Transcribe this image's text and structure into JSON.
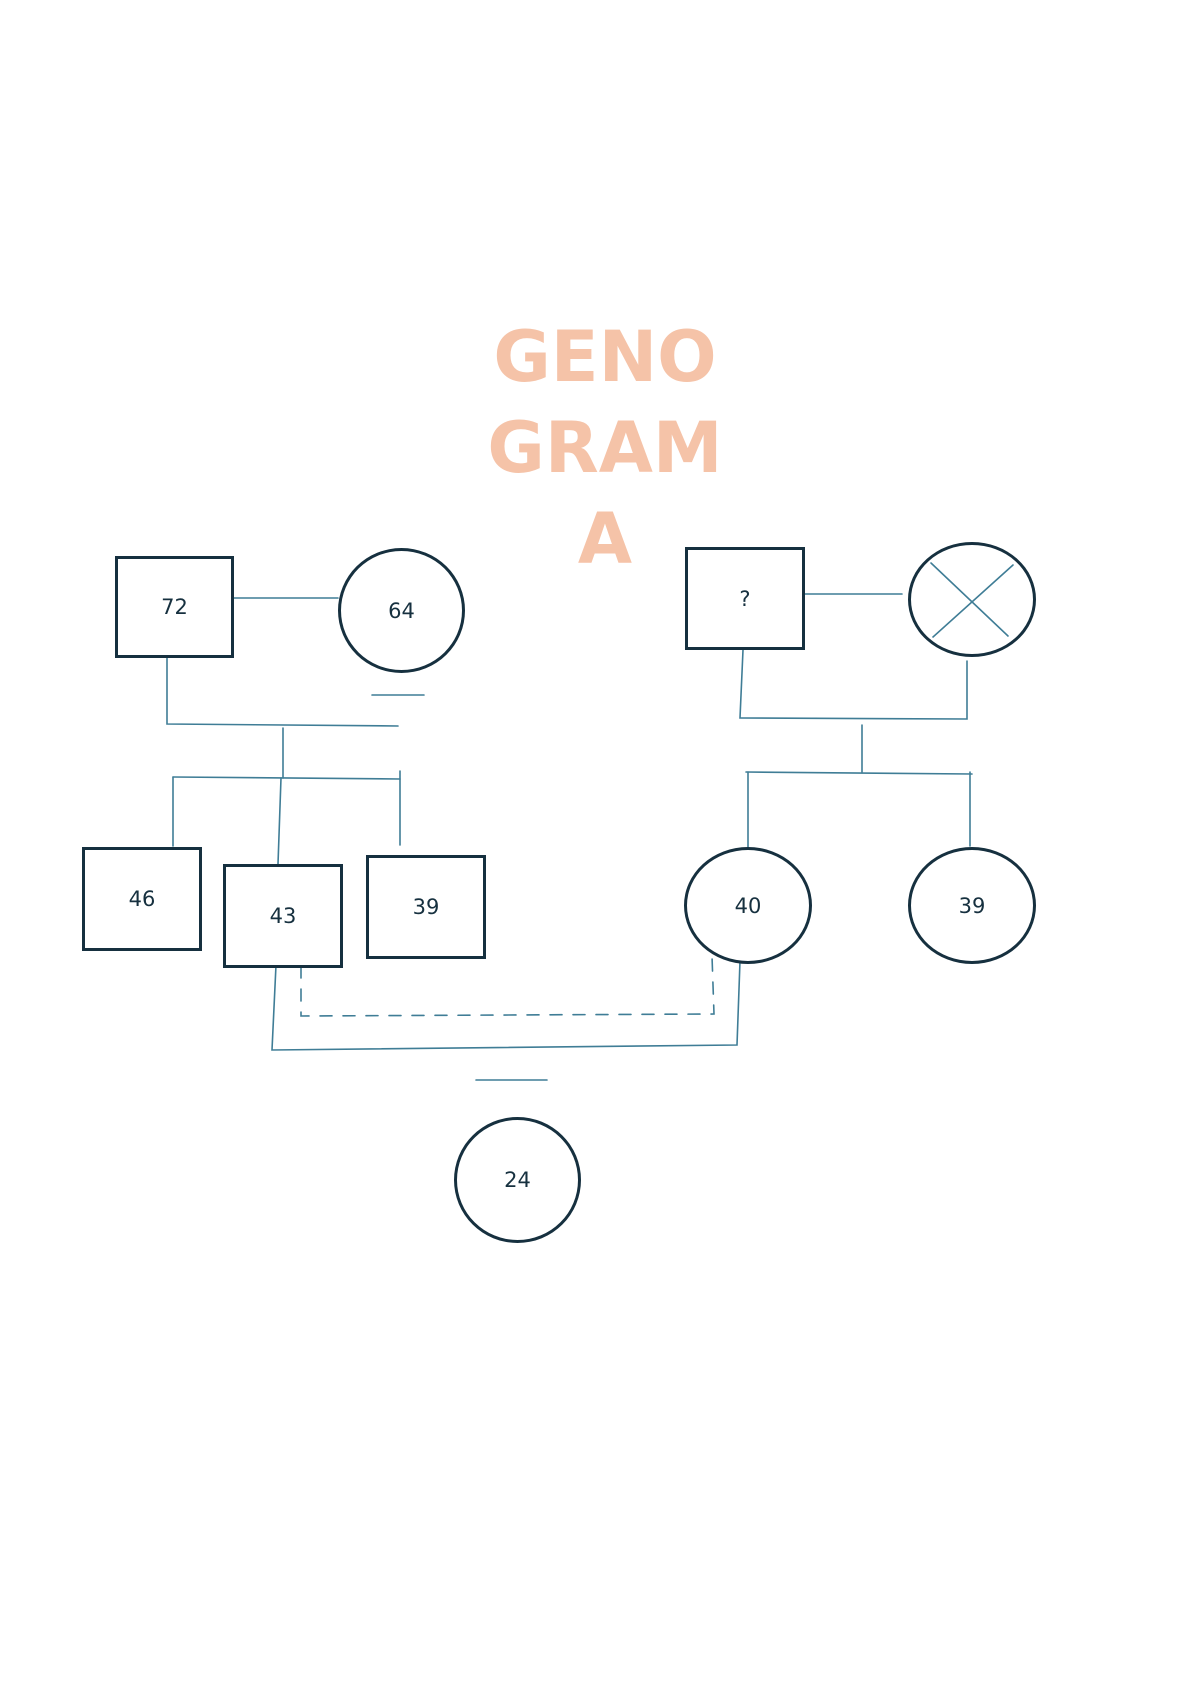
{
  "title": "GENO\nGRAM\nA",
  "persons": {
    "grandfather_paternal": {
      "label": "72",
      "sex": "male"
    },
    "grandmother_paternal": {
      "label": "64",
      "sex": "female"
    },
    "grandfather_maternal": {
      "label": "?",
      "sex": "male"
    },
    "grandmother_maternal": {
      "label": "",
      "sex": "female",
      "deceased": true
    },
    "uncle_46": {
      "label": "46",
      "sex": "male"
    },
    "father_43": {
      "label": "43",
      "sex": "male"
    },
    "uncle_39": {
      "label": "39",
      "sex": "male"
    },
    "mother_40": {
      "label": "40",
      "sex": "female"
    },
    "aunt_39": {
      "label": "39",
      "sex": "female"
    },
    "index_24": {
      "label": "24",
      "sex": "female"
    }
  },
  "colors": {
    "title": "#f5c3a8",
    "node_border": "#16303f",
    "link": "#3f7d96"
  }
}
